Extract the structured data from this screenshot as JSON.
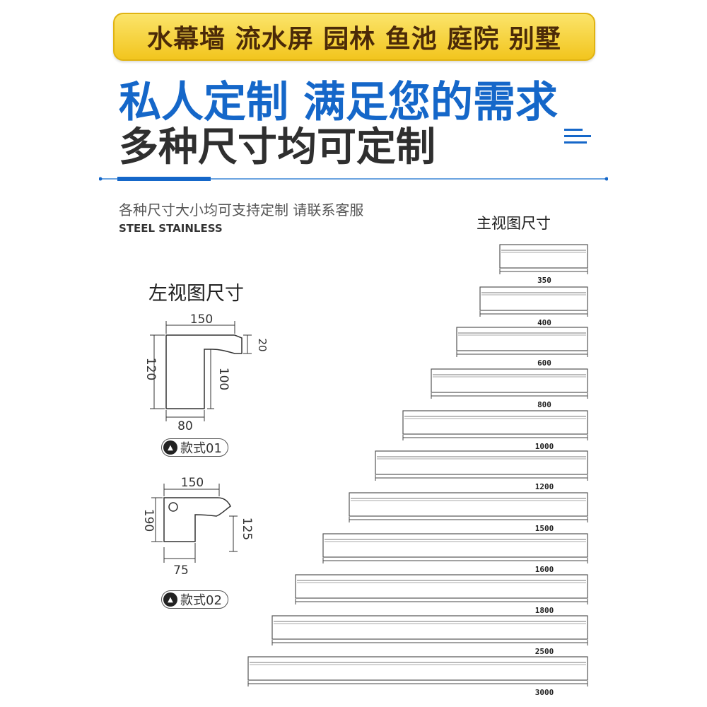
{
  "banner": {
    "text": "水幕墙 流水屏 园林 鱼池 庭院 别墅"
  },
  "headline": {
    "line1": "私人定制 满足您的需求",
    "line2": "多种尺寸均可定制"
  },
  "subtitle": {
    "line1": "各种尺寸大小均可支持定制 请联系客服",
    "line2": "STEEL STAINLESS"
  },
  "main_view": {
    "title": "主视图尺寸",
    "bar_lengths": [
      "350",
      "400",
      "600",
      "800",
      "1000",
      "1200",
      "1500",
      "1600",
      "1800",
      "2500",
      "3000"
    ]
  },
  "left_view": {
    "title": "左视图尺寸",
    "style1": {
      "label": "款式01",
      "width": "150",
      "height": "120",
      "lip": "20",
      "inner_height": "100",
      "base": "80"
    },
    "style2": {
      "label": "款式02",
      "width": "150",
      "height": "190",
      "inner_height": "125",
      "base": "75"
    }
  },
  "colors": {
    "accent_blue": "#1567c9",
    "banner_yellow": "#f7d63a",
    "banner_text": "#4b2a08"
  }
}
